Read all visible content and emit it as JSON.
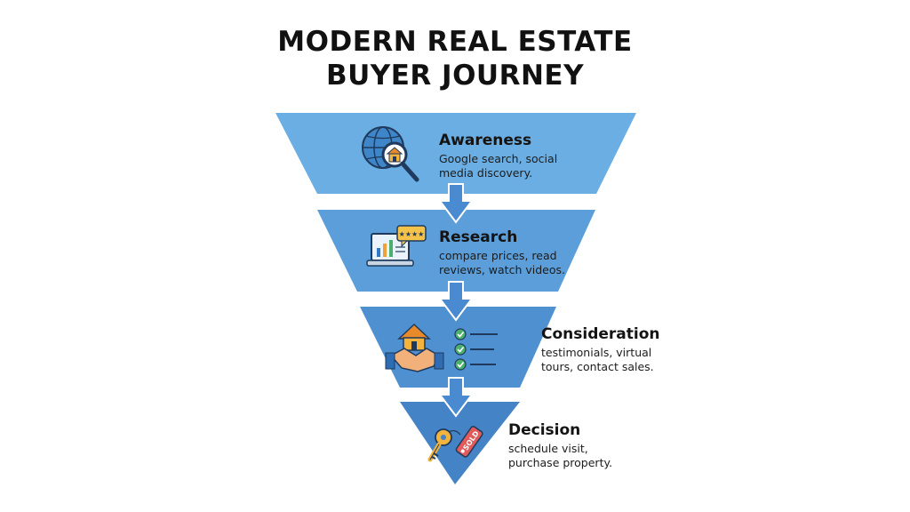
{
  "title": {
    "line1": "MODERN REAL ESTATE",
    "line2": "BUYER JOURNEY"
  },
  "colors": {
    "stage_1": "#6aaee3",
    "stage_2": "#5b9ed9",
    "stage_3": "#4f90d0",
    "stage_4": "#4483c5",
    "arrow": "#4a8ad0",
    "arrow_outline": "#ffffff"
  },
  "stages": [
    {
      "name": "Awareness",
      "desc_line1": "Google search, social",
      "desc_line2": "media discovery.",
      "icon": "globe-magnifier-icon"
    },
    {
      "name": "Research",
      "desc_line1": "compare prices, read",
      "desc_line2": "reviews, watch videos.",
      "icon": "laptop-chart-icon"
    },
    {
      "name": "Consideration",
      "desc_line1": "testimonials, virtual",
      "desc_line2": "tours, contact sales.",
      "icon": "handshake-checklist-icon"
    },
    {
      "name": "Decision",
      "desc_line1": "schedule visit,",
      "desc_line2": "purchase property.",
      "icon": "key-sold-tag-icon"
    }
  ],
  "sold_tag_text": "SOLD"
}
